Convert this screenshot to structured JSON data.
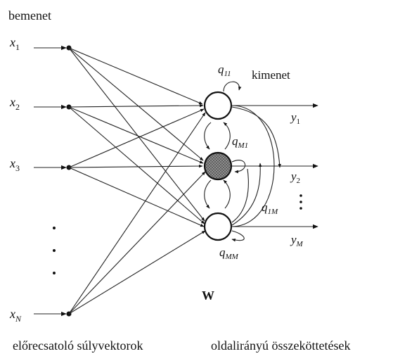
{
  "labels": {
    "input_heading": "bemenet",
    "output_heading": "kimenet",
    "weight_matrix": "W",
    "feedforward_caption": "előrecsatoló súlyvektorok",
    "lateral_caption": "oldalirányú összeköttetések"
  },
  "inputs": [
    {
      "base": "x",
      "sub": "1"
    },
    {
      "base": "x",
      "sub": "2"
    },
    {
      "base": "x",
      "sub": "3"
    },
    {
      "base": "x",
      "sub": "N"
    }
  ],
  "outputs": [
    {
      "base": "y",
      "sub": "1"
    },
    {
      "base": "y",
      "sub": "2"
    },
    {
      "base": "y",
      "sub": "M"
    }
  ],
  "weights": [
    {
      "base": "q",
      "sub": "11"
    },
    {
      "base": "q",
      "sub": "M1"
    },
    {
      "base": "q",
      "sub": "1M"
    },
    {
      "base": "q",
      "sub": "MM"
    }
  ],
  "colors": {
    "ink": "#111111",
    "highlight_neuron_fill": "#9a9a9a",
    "neuron_fill": "#ffffff"
  }
}
